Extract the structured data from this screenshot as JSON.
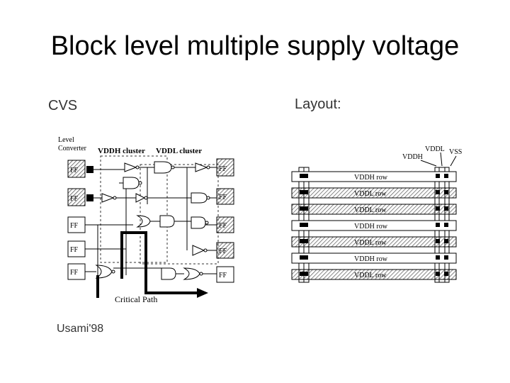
{
  "slide": {
    "title": "Block level multiple supply voltage",
    "cvs_label": "CVS",
    "layout_label": "Layout:",
    "citation": "Usami'98"
  },
  "cvs": {
    "level_converter_label": [
      "Level",
      "Converter"
    ],
    "vddh_cluster_label": "VDDH cluster",
    "vddl_cluster_label": "VDDL cluster",
    "critical_path_label": "Critical Path",
    "ff_label": "FF"
  },
  "layout": {
    "rails": {
      "vddl": "VDDL",
      "vddh": "VDDH",
      "vss": "VSS"
    },
    "rows": [
      "VDDH row",
      "VDDL row",
      "VDDL row",
      "VDDH row",
      "VDDL row",
      "VDDH row",
      "VDDL row"
    ]
  },
  "colors": {
    "hatch": "#555555",
    "critical_path": "#000000"
  }
}
